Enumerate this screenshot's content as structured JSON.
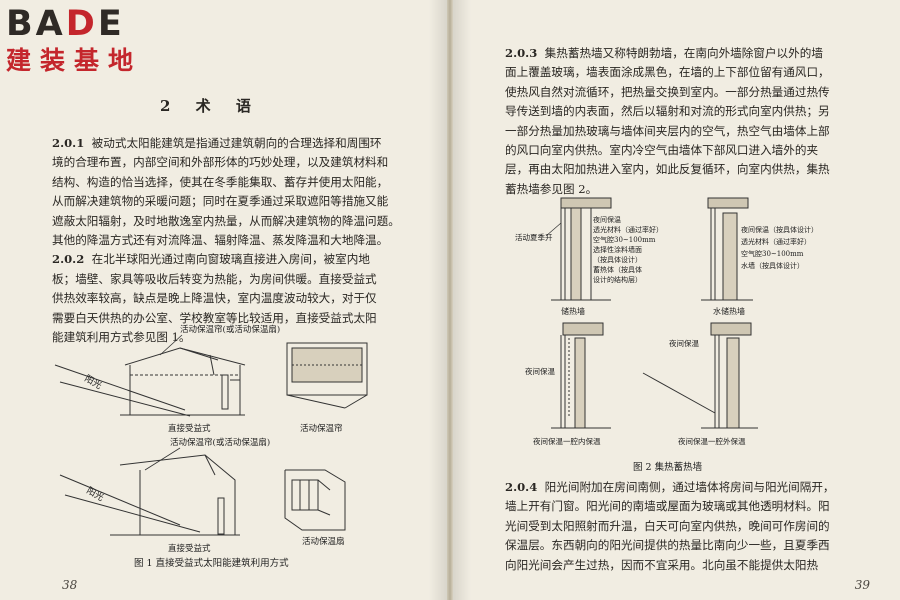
{
  "logo": {
    "latin_prefix": "BA",
    "latin_red": "D",
    "latin_suffix": "E",
    "chinese": "建装基地"
  },
  "left": {
    "chapter_title": "2 术 语",
    "paragraphs": [
      {
        "num": "2.0.1",
        "lines": [
          "被动式太阳能建筑是指通过建筑朝向的合理选择和周围环",
          "境的合理布置，内部空间和外部形体的巧妙处理，以及建筑材料和",
          "结构、构造的恰当选择，使其在冬季能集取、蓄存并使用太阳能，",
          "从而解决建筑物的采暖问题；同时在夏季通过采取遮阳等措施又能",
          "遮蔽太阳辐射，及时地散逸室内热量，从而解决建筑物的降温问题。",
          "其他的降温方式还有对流降温、辐射降温、蒸发降温和大地降温。"
        ]
      },
      {
        "num": "2.0.2",
        "lines": [
          "在北半球阳光通过南向窗玻璃直接进入房间，被室内地",
          "板；墙壁、家具等吸收后转变为热能，为房间供暖。直接受益式",
          "供热效率较高，缺点是晚上降温快，室内温度波动较大，对于仅",
          "需要白天供热的办公室、学校教室等比较适用，直接受益式太阳",
          "能建筑利用方式参见图 1。"
        ]
      }
    ],
    "fig1": {
      "label_top": "活动保温帘(或活动保温扇)",
      "label_mid": "活动保温帘(或活动保温扇)",
      "sun": "阳光",
      "caption_a": "直接受益式",
      "caption_b": "活动保温帘",
      "caption_c": "直接受益式",
      "caption_d": "活动保温扇",
      "caption": "图 1   直接受益式太阳能建筑利用方式"
    },
    "page_number": "38"
  },
  "right": {
    "paragraphs_top": [
      {
        "num": "2.0.3",
        "lines": [
          "集热蓄热墙又称特朗勃墙，在南向外墙除窗户以外的墙",
          "面上覆盖玻璃，墙表面涂成黑色，在墙的上下部位留有通风口，",
          "使热风自然对流循环，把热量交换到室内。一部分热量通过热传",
          "导传送到墙的内表面，然后以辐射和对流的形式向室内供热；另",
          "一部分热量加热玻璃与墙体间夹层内的空气，热空气由墙体上部",
          "的风口向室内供热。室内冷空气由墙体下部风口进入墙外的夹",
          "层，再由太阳加热进入室内，如此反复循环，向室内供热，集热",
          "蓄热墙参见图 2。"
        ]
      }
    ],
    "fig2": {
      "summer_vent": "活动夏季开",
      "left_labels": [
        "夜间保温",
        "透光材料（通过率好）",
        "空气腔30~100mm",
        "选择性涂料墙面",
        "（按具体设计）",
        "蓄热体（按具体",
        "设计的结构层）"
      ],
      "right_labels": [
        "夜间保温（按具体设计）",
        "透光材料（通过率好）",
        "空气腔30~100mm",
        "水墙（按具体设计）"
      ],
      "storage_wall": "储热墙",
      "water_wall": "水储热墙",
      "night_ins": "夜间保温",
      "night_ins2": "夜间保温",
      "bottom_left": "夜间保温一腔内保温",
      "bottom_right": "夜间保温一腔外保温",
      "caption": "图 2   集热蓄热墙"
    },
    "paragraphs_bottom": [
      {
        "num": "2.0.4",
        "lines": [
          "阳光间附加在房间南侧，通过墙体将房间与阳光间隔开，",
          "墙上开有门窗。阳光间的南墙或屋面为玻璃或其他透明材料。阳",
          "光间受到太阳照射而升温，白天可向室内供热，晚间可作房间的",
          "保温层。东西朝向的阳光间提供的热量比南向少一些，且夏季西",
          "向阳光间会产生过热，因而不宜采用。北向虽不能提供太阳热"
        ]
      }
    ],
    "page_number": "39"
  }
}
